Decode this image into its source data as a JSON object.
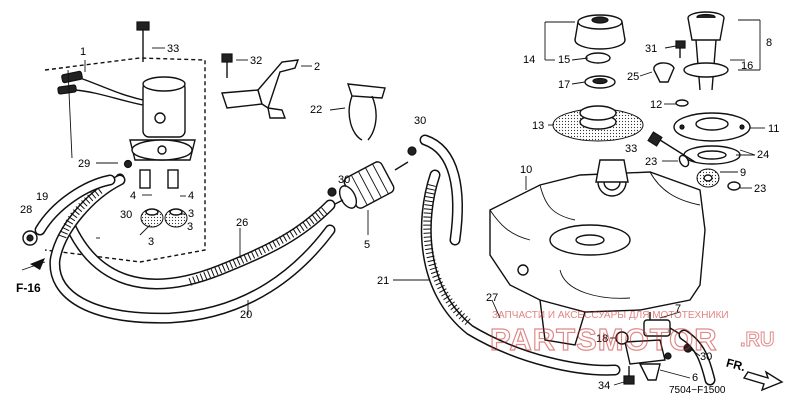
{
  "diagram": {
    "callouts": {
      "n1": "1",
      "n2": "2",
      "n3a": "3",
      "n3b": "3",
      "n3c": "3",
      "n4a": "4",
      "n4b": "4",
      "n5": "5",
      "n6": "6",
      "n7": "7",
      "n8": "8",
      "n9": "9",
      "n10": "10",
      "n11": "11",
      "n12": "12",
      "n13": "13",
      "n14": "14",
      "n15": "15",
      "n16": "16",
      "n17": "17",
      "n18": "18",
      "n19": "19",
      "n20": "20",
      "n21": "21",
      "n22": "22",
      "n23a": "23",
      "n23b": "23",
      "n24": "24",
      "n25": "25",
      "n26": "26",
      "n27": "27",
      "n28": "28",
      "n29": "29",
      "n30a": "30",
      "n30b": "30",
      "n30c": "30",
      "n31": "31",
      "n32": "32",
      "n33a": "33",
      "n33b": "33",
      "n34": "34"
    },
    "fig_ref": "F-16",
    "front_label": "FR.",
    "drawing_code": "7504−F1500"
  },
  "watermark": {
    "caption": "ЗАПЧАСТИ И АКСЕССУАРЫ ДЛЯ МОТОТЕХНИКИ",
    "brand": "PARTSMOTOR",
    "domain": ".RU",
    "accent_color": "#c62828"
  }
}
